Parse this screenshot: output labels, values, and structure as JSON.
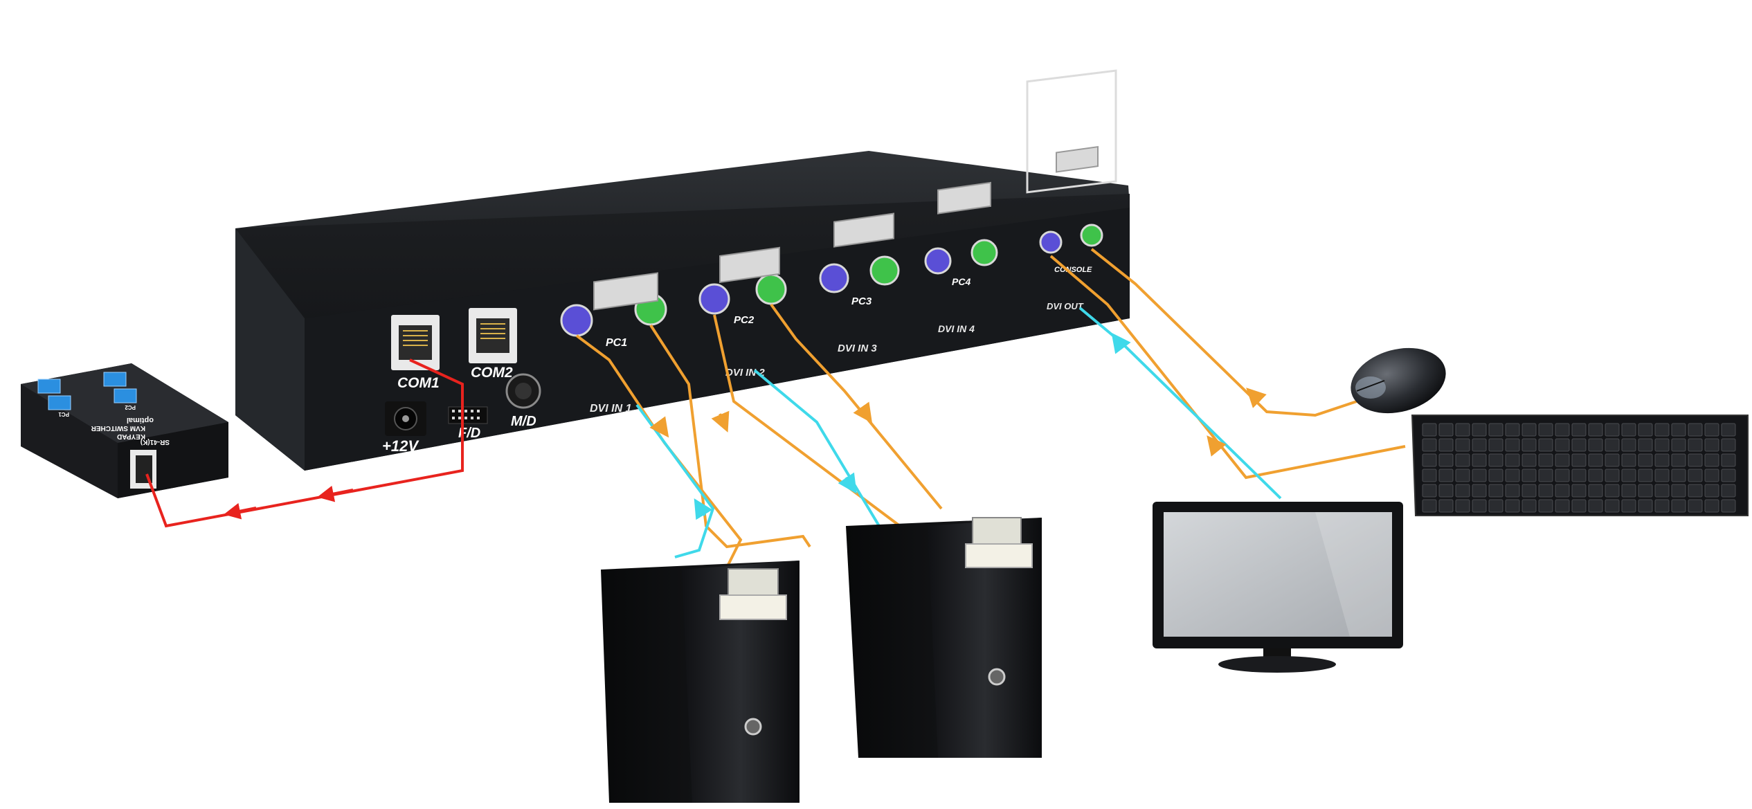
{
  "kvm": {
    "ports": {
      "com1": "COM1",
      "com2": "COM2",
      "power": "+12V",
      "fd": "F/D",
      "md": "M/D",
      "pc1": "PC1",
      "pc2": "PC2",
      "pc3": "PC3",
      "pc4": "PC4",
      "dvi_in_1": "DVI IN 1",
      "dvi_in_2": "DVI IN 2",
      "dvi_in_3": "DVI IN 3",
      "dvi_in_4": "DVI IN 4",
      "console": "CONSOLE",
      "dvi_out": "DVI OUT"
    }
  },
  "keypad": {
    "brand": "optimal",
    "model": "SR-41(K)",
    "title_line1": "KVM SWITCHER",
    "title_line2": "KEYPAD",
    "btn1": "PC1",
    "btn2": "PC2"
  },
  "colors": {
    "device_body": "#1c1e22",
    "ps2_keyboard": "#5a4fd6",
    "ps2_mouse": "#3fc24a",
    "cable_serial": "#e8231e",
    "cable_ps2": "#f0a030",
    "cable_video": "#3fd9ea",
    "keypad_button": "#2b8fe0"
  },
  "icons": [
    "keyboard-icon",
    "mouse-icon"
  ]
}
